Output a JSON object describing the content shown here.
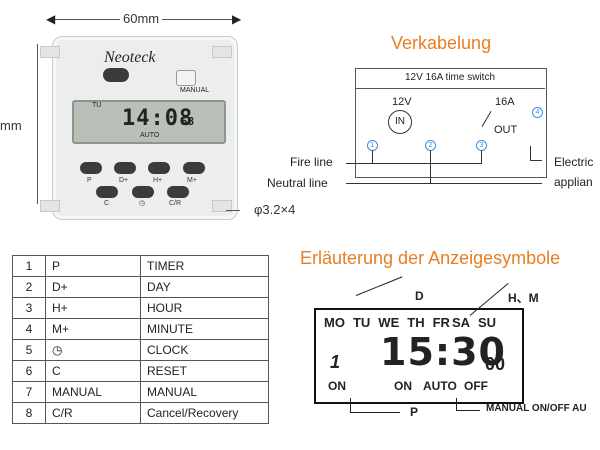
{
  "device": {
    "width_label": "60mm",
    "height_label": "mm",
    "hole_label": "φ3.2×4",
    "brand": "Neoteck",
    "manual_label": "MANUAL",
    "lcd_day": "TU",
    "lcd_time": "14:08",
    "lcd_seconds": "58",
    "lcd_mode": "AUTO",
    "buttons": [
      "P",
      "D+",
      "H+",
      "M+",
      "C",
      "C/R"
    ]
  },
  "wiring": {
    "title": "Verkabelung",
    "header": "12V 16A time switch",
    "voltage": "12V",
    "input": "IN",
    "current": "16A",
    "output": "OUT",
    "fire_line": "Fire line",
    "neutral_line": "Neutral line",
    "electric": "Electric",
    "appliance": "applian",
    "terminals": [
      "1",
      "2",
      "3",
      "4"
    ]
  },
  "table": {
    "rows": [
      [
        "1",
        "P",
        "TIMER"
      ],
      [
        "2",
        "D+",
        "DAY"
      ],
      [
        "3",
        "H+",
        "HOUR"
      ],
      [
        "4",
        "M+",
        "MINUTE"
      ],
      [
        "5",
        "clock-icon",
        "CLOCK"
      ],
      [
        "6",
        "C",
        "RESET"
      ],
      [
        "7",
        "MANUAL",
        "MANUAL"
      ],
      [
        "8",
        "C/R",
        "Cancel/Recovery"
      ]
    ]
  },
  "display": {
    "title": "Erläuterung der Anzeigesymbole",
    "label_d": "D",
    "label_hm": "H、M",
    "days": [
      "MO",
      "TU",
      "WE",
      "TH",
      "FR",
      "SA",
      "SU"
    ],
    "program_no": "1",
    "time": "15:30",
    "seconds": "00",
    "on_left": "ON",
    "mode_on": "ON",
    "mode_auto": "AUTO",
    "mode_off": "OFF",
    "label_p": "P",
    "manual_label": "MANUAL ON/OFF AU"
  }
}
